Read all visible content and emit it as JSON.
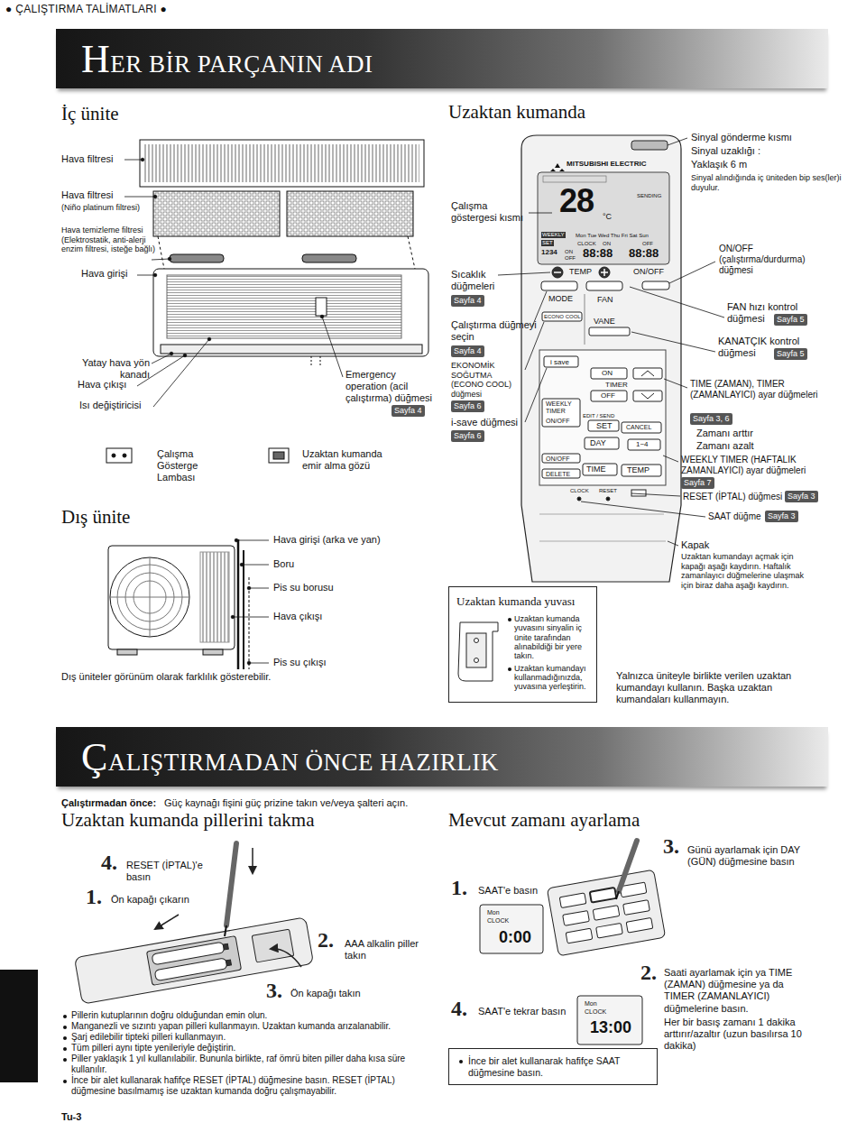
{
  "diagram": {
    "title": "● ÇALIŞTIRMA TALİMATLARI ●",
    "nodes": [
      {
        "text": [
          "HER BİR PARÇANIN ADI"
        ]
      },
      {
        "text": [
          "Uzaktan kumanda yuvası",
          "Uzaktan kumanda yuvasını sinyalin iç ünite tarafından alınabildiği bir yere takın.",
          "Uzaktan kumandayı kullanmadığınızda, yuvasına yerleştirin."
        ]
      },
      {
        "text": [
          "ÇALIŞTIRMADAN ÖNCE HAZIRLIK"
        ]
      },
      {
        "text": [
          "İnce bir alet kullanarak hafifçe SAAT düğmesine basın."
        ]
      }
    ],
    "labels": [
      "İç ünite",
      "Hava filtresi",
      "Hava filtresi",
      "(Niño platinum filtresi)",
      "Hava temizleme filtresi (Elektrostatik, anti-alerji enzim filtresi, isteğe bağlı)",
      "Hava girişi",
      "Yatay hava yön kanadı",
      "Hava çıkışı",
      "Isı değiştiricisi",
      "Emergency operation (acil çalıştırma) düğmesi",
      "Sayfa 4",
      "Çalışma Gösterge Lambası",
      "Uzaktan kumanda emir alma gözü",
      "Dış ünite",
      "Hava girişi (arka ve yan)",
      "Boru",
      "Pis su borusu",
      "Hava çıkışı",
      "Pis su çıkışı",
      "Dış üniteler görünüm olarak farklılık gösterebilir.",
      "Uzaktan kumanda",
      "Çalışma göstergesi kısmı",
      "Sıcaklık düğmeleri",
      "Sayfa 4",
      "Çalıştırma düğmeyi seçin",
      "Sayfa 4",
      "EKONOMİK SOĞUTMA (ECONO COOL) düğmesi",
      "Sayfa 6",
      "i-save düğmesi",
      "Sayfa 6",
      "MITSUBISHI ELECTRIC",
      "SENDING",
      "28",
      "°C",
      "WEEKLY",
      "SET",
      "Mon Tue Wed Thu Fri Sat Sun",
      "1234",
      "CLOCK",
      "ON",
      "OFF",
      "ON",
      "OFF",
      "88:88",
      "88:88",
      "TEMP",
      "ON/OFF",
      "MODE",
      "FAN",
      "ECONO COOL",
      "VANE",
      "i save",
      "ON",
      "TIMER",
      "OFF",
      "WEEKLY TIMER",
      "ON/OFF",
      "EDIT / SEND",
      "SET",
      "CANCEL",
      "DAY",
      "1~4",
      "ON/OFF",
      "TIME",
      "TEMP",
      "DELETE",
      "CLOCK",
      "RESET",
      "Sinyal gönderme kısmı",
      "Sinyal uzaklığı :",
      "Yaklaşık 6 m",
      "Sinyal alındığında iç üniteden bip ses(ler)i duyulur.",
      "ON/OFF (çalıştırma/durdurma) düğmesi",
      "FAN hızı kontrol düğmesi",
      "Sayfa 5",
      "KANATÇIK kontrol düğmesi",
      "Sayfa 5",
      "TIME (ZAMAN), TIMER (ZAMANLAYICI) ayar düğmeleri",
      "Sayfa 3, 6",
      "Zamanı arttır",
      "Zamanı azalt",
      "WEEKLY TIMER (HAFTALIK ZAMANLAYICI) ayar düğmeleri",
      "Sayfa 7",
      "RESET (İPTAL) düğmesi",
      "Sayfa 3",
      "SAAT düğme",
      "Sayfa 3",
      "Kapak",
      "Uzaktan kumandayı açmak için kapağı aşağı kaydırın. Haftalık zamanlayıcı düğmelerine ulaşmak için biraz daha aşağı kaydırın.",
      "Yalnızca üniteyle birlikte verilen uzaktan kumandayı kullanın. Başka uzaktan kumandaları kullanmayın.",
      "Çalıştırmadan önce:",
      "Güç kaynağı fişini güç prizine takın ve/veya şalteri açın.",
      "Uzaktan kumanda pillerini takma",
      "Mevcut zamanı ayarlama",
      "4.",
      "RESET (İPTAL)'e basın",
      "1.",
      "Ön kapağı çıkarın",
      "2.",
      "AAA alkalin piller takın",
      "3.",
      "Ön kapağı takın",
      "Pillerin kutuplarının doğru olduğundan emin olun.",
      "Manganezli ve sızıntı yapan pilleri kullanmayın. Uzaktan kumanda arızalanabilir.",
      "Şarj edilebilir tipteki pilleri kullanmayın.",
      "Tüm pilleri aynı tipte yenileriyle değiştirin.",
      "Piller yaklaşık 1 yıl kullanılabilir. Bununla birlikte, raf ömrü biten piller daha kısa süre kullanılır.",
      "İnce bir alet kullanarak hafifçe RESET (İPTAL) düğmesine basın. RESET (İPTAL) düğmesine basılmamış ise uzaktan kumanda doğru çalışmayabilir.",
      "3.",
      "Günü ayarlamak için DAY (GÜN) düğmesine basın",
      "1.",
      "SAAT'e basın",
      "Mon",
      "CLOCK",
      "0:00",
      "2.",
      "Saati ayarlamak için ya TIME (ZAMAN) düğmesine ya da TIMER (ZAMANLAYICI) düğmelerine basın.",
      "Her bir basış zamanı 1 dakika arttırır/azaltır (uzun basılırsa 10 dakika)",
      "4.",
      "SAAT'e tekrar basın",
      "Mon",
      "CLOCK",
      "13:00",
      "Tu-3"
    ]
  }
}
